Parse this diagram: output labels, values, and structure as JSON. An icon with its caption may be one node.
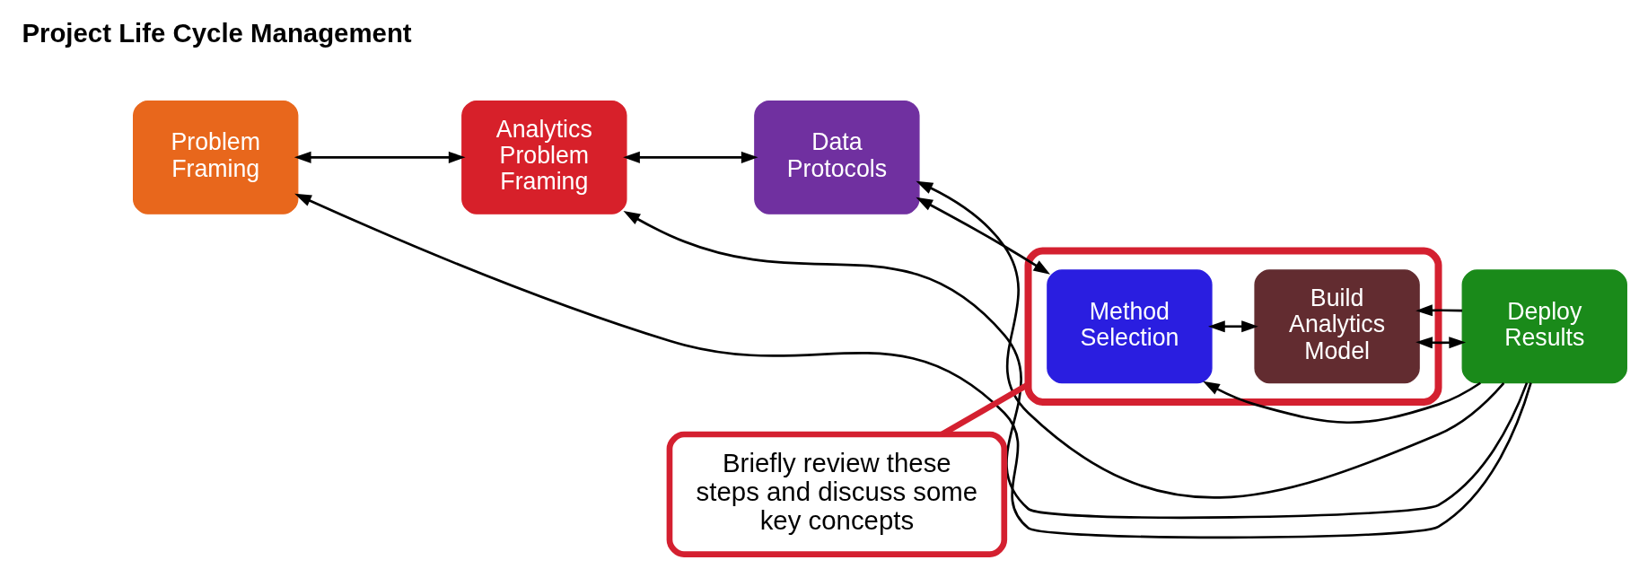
{
  "diagram": {
    "nodes": [
      {
        "text": [
          "Problem Framing"
        ]
      },
      {
        "text": [
          "Analytics Problem Framing"
        ]
      },
      {
        "text": [
          "Data Protocols"
        ]
      },
      {
        "text": [],
        "shape": "box"
      },
      {
        "text": [
          "Method Selection"
        ],
        "in": 3
      },
      {
        "text": [
          "Build Analytics Model"
        ],
        "in": 3
      },
      {
        "text": [
          "Deploy Results"
        ]
      },
      {
        "text": [
          "Briefly review these steps and discuss some key concepts"
        ]
      }
    ],
    "edges": [
      {
        "from": 0,
        "to": 1,
        "arrow": "both"
      },
      {
        "from": 1,
        "to": 2,
        "arrow": "both"
      },
      {
        "from": 2,
        "to": 4,
        "arrow": "both"
      },
      {
        "from": 4,
        "to": 5,
        "arrow": "both"
      },
      {
        "from": 5,
        "to": 6,
        "arrow": "both"
      },
      {
        "from": 6,
        "to": 0,
        "arrow": "to"
      },
      {
        "from": 6,
        "to": 1,
        "arrow": "to"
      },
      {
        "from": 6,
        "to": 2,
        "arrow": "to"
      },
      {
        "from": 6,
        "to": 4,
        "arrow": "to"
      },
      {
        "from": 6,
        "to": 5,
        "arrow": "to"
      },
      {
        "from": 7,
        "to": 3,
        "arrow": "none",
        "color": "#d42030",
        "style": "thick"
      }
    ],
    "labels": [
      "Project Life Cycle Management"
    ]
  }
}
